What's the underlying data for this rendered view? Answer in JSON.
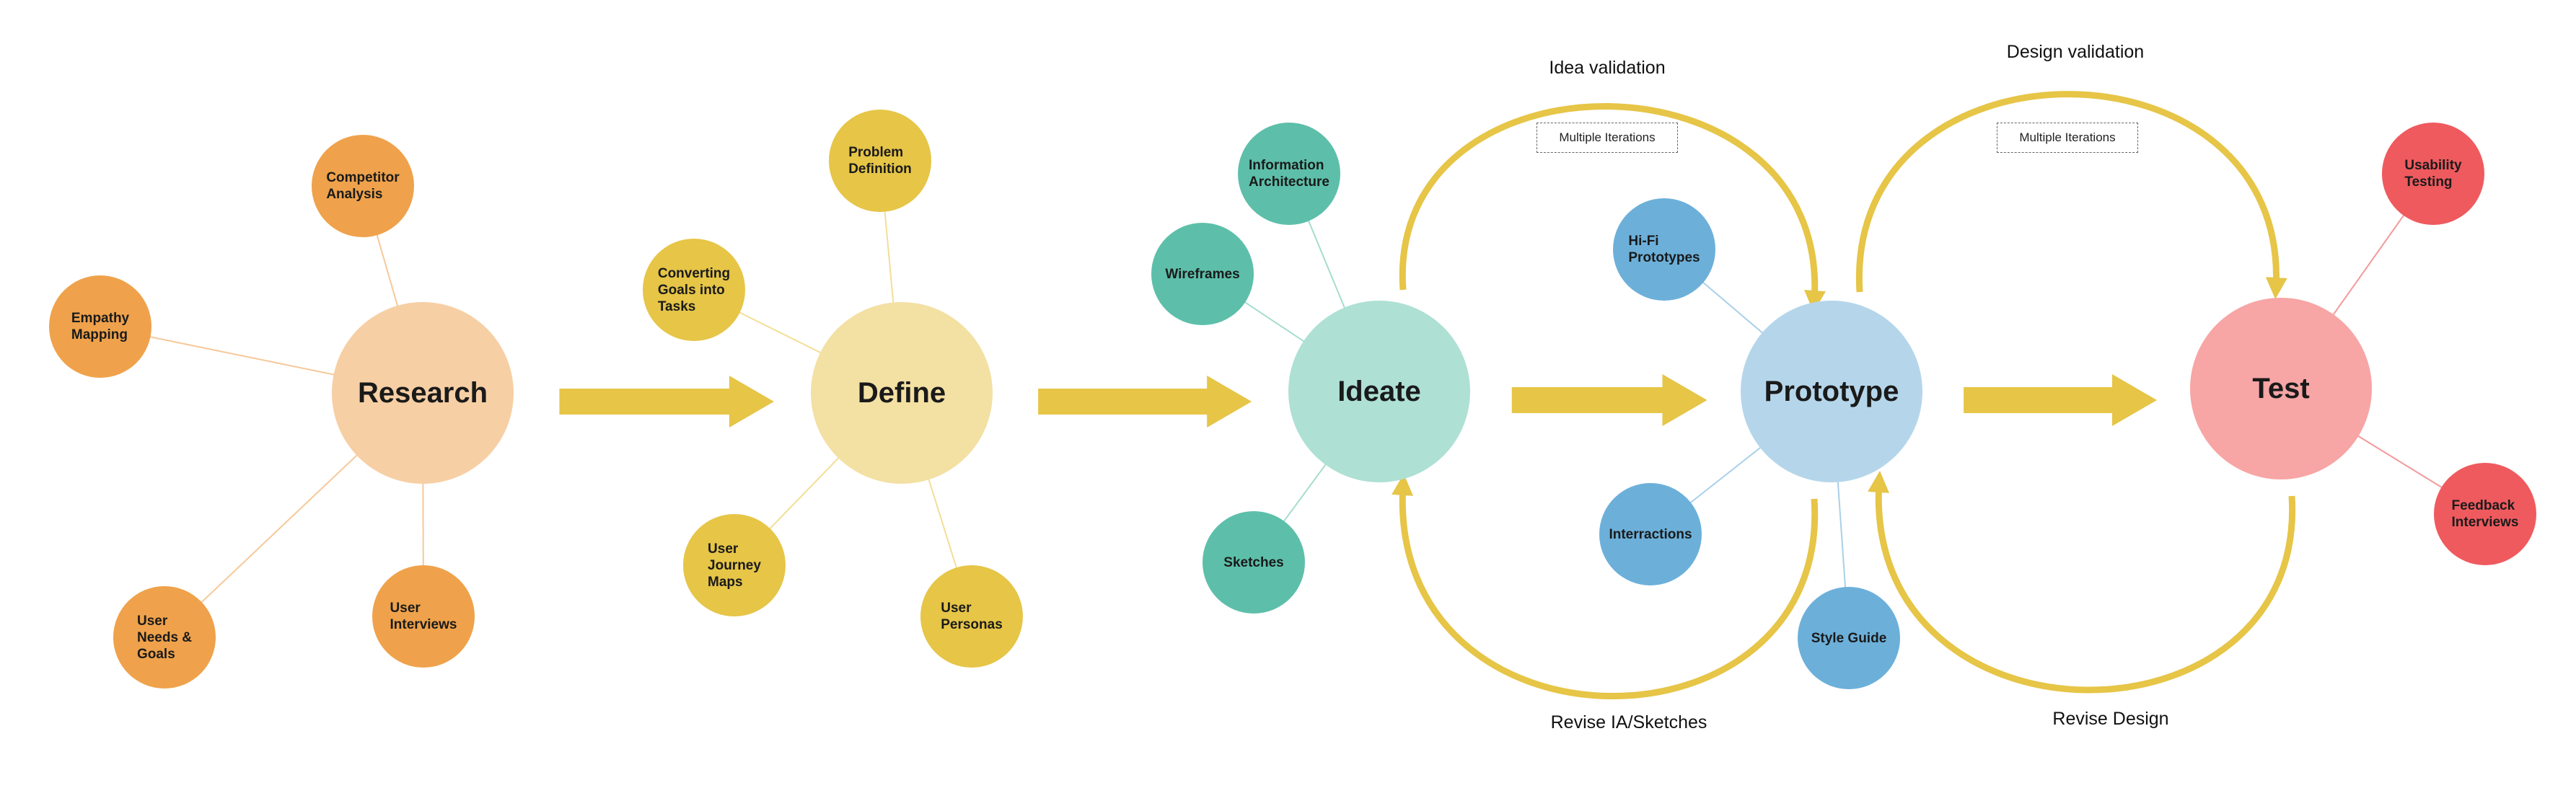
{
  "stages": [
    {
      "id": "research",
      "label": "Research",
      "color": "#F7CFA4"
    },
    {
      "id": "define",
      "label": "Define",
      "color": "#F3E0A3"
    },
    {
      "id": "ideate",
      "label": "Ideate",
      "color": "#AEE0D4"
    },
    {
      "id": "prototype",
      "label": "Prototype",
      "color": "#B5D6EA"
    },
    {
      "id": "test",
      "label": "Test",
      "color": "#F7A5A5"
    }
  ],
  "satellites": [
    {
      "id": "competitor-analysis",
      "stage": "research",
      "label": "Competitor\nAnalysis",
      "color": "#EFA24B",
      "line": "#F6C89A"
    },
    {
      "id": "empathy-mapping",
      "stage": "research",
      "label": "Empathy\nMapping",
      "color": "#EFA24B",
      "line": "#F6C89A"
    },
    {
      "id": "user-needs-goals",
      "stage": "research",
      "label": "User\nNeeds &\nGoals",
      "color": "#EFA24B",
      "line": "#F6C89A"
    },
    {
      "id": "user-interviews",
      "stage": "research",
      "label": "User\nInterviews",
      "color": "#EFA24B",
      "line": "#F6C89A"
    },
    {
      "id": "problem-definition",
      "stage": "define",
      "label": "Problem\nDefinition",
      "color": "#E6C547",
      "line": "#F3DE96"
    },
    {
      "id": "converting-goals",
      "stage": "define",
      "label": "Converting\nGoals into\nTasks",
      "color": "#E6C547",
      "line": "#F3DE96"
    },
    {
      "id": "user-journey-maps",
      "stage": "define",
      "label": "User\nJourney\nMaps",
      "color": "#E6C547",
      "line": "#F3DE96"
    },
    {
      "id": "user-personas",
      "stage": "define",
      "label": "User\nPersonas",
      "color": "#E6C547",
      "line": "#F3DE96"
    },
    {
      "id": "information-architecture",
      "stage": "ideate",
      "label": "Information\nArchitecture",
      "color": "#5DBFAA",
      "line": "#A6DCCF"
    },
    {
      "id": "wireframes",
      "stage": "ideate",
      "label": "Wireframes",
      "color": "#5DBFAA",
      "line": "#A6DCCF"
    },
    {
      "id": "sketches",
      "stage": "ideate",
      "label": "Sketches",
      "color": "#5DBFAA",
      "line": "#A6DCCF"
    },
    {
      "id": "hifi-prototypes",
      "stage": "prototype",
      "label": "Hi-Fi\nPrototypes",
      "color": "#6CB0DA",
      "line": "#A9D0E8"
    },
    {
      "id": "interactions",
      "stage": "prototype",
      "label": "Interractions",
      "color": "#6CB0DA",
      "line": "#A9D0E8"
    },
    {
      "id": "style-guide",
      "stage": "prototype",
      "label": "Style Guide",
      "color": "#6CB0DA",
      "line": "#A9D0E8"
    },
    {
      "id": "usability-testing",
      "stage": "test",
      "label": "Usability\nTesting",
      "color": "#EF5A5E",
      "line": "#F29A9C"
    },
    {
      "id": "feedback-interviews",
      "stage": "test",
      "label": "Feedback\nInterviews",
      "color": "#EF5A5E",
      "line": "#F29A9C"
    }
  ],
  "flow_arrow_color": "#E6C547",
  "loops": {
    "idea_validation": "Idea validation",
    "design_validation": "Design validation",
    "revise_ia_sketches": "Revise IA/Sketches",
    "revise_design": "Revise Design"
  },
  "iterations": {
    "ideate_label": "Multiple Iterations",
    "prototype_label": "Multiple Iterations"
  }
}
